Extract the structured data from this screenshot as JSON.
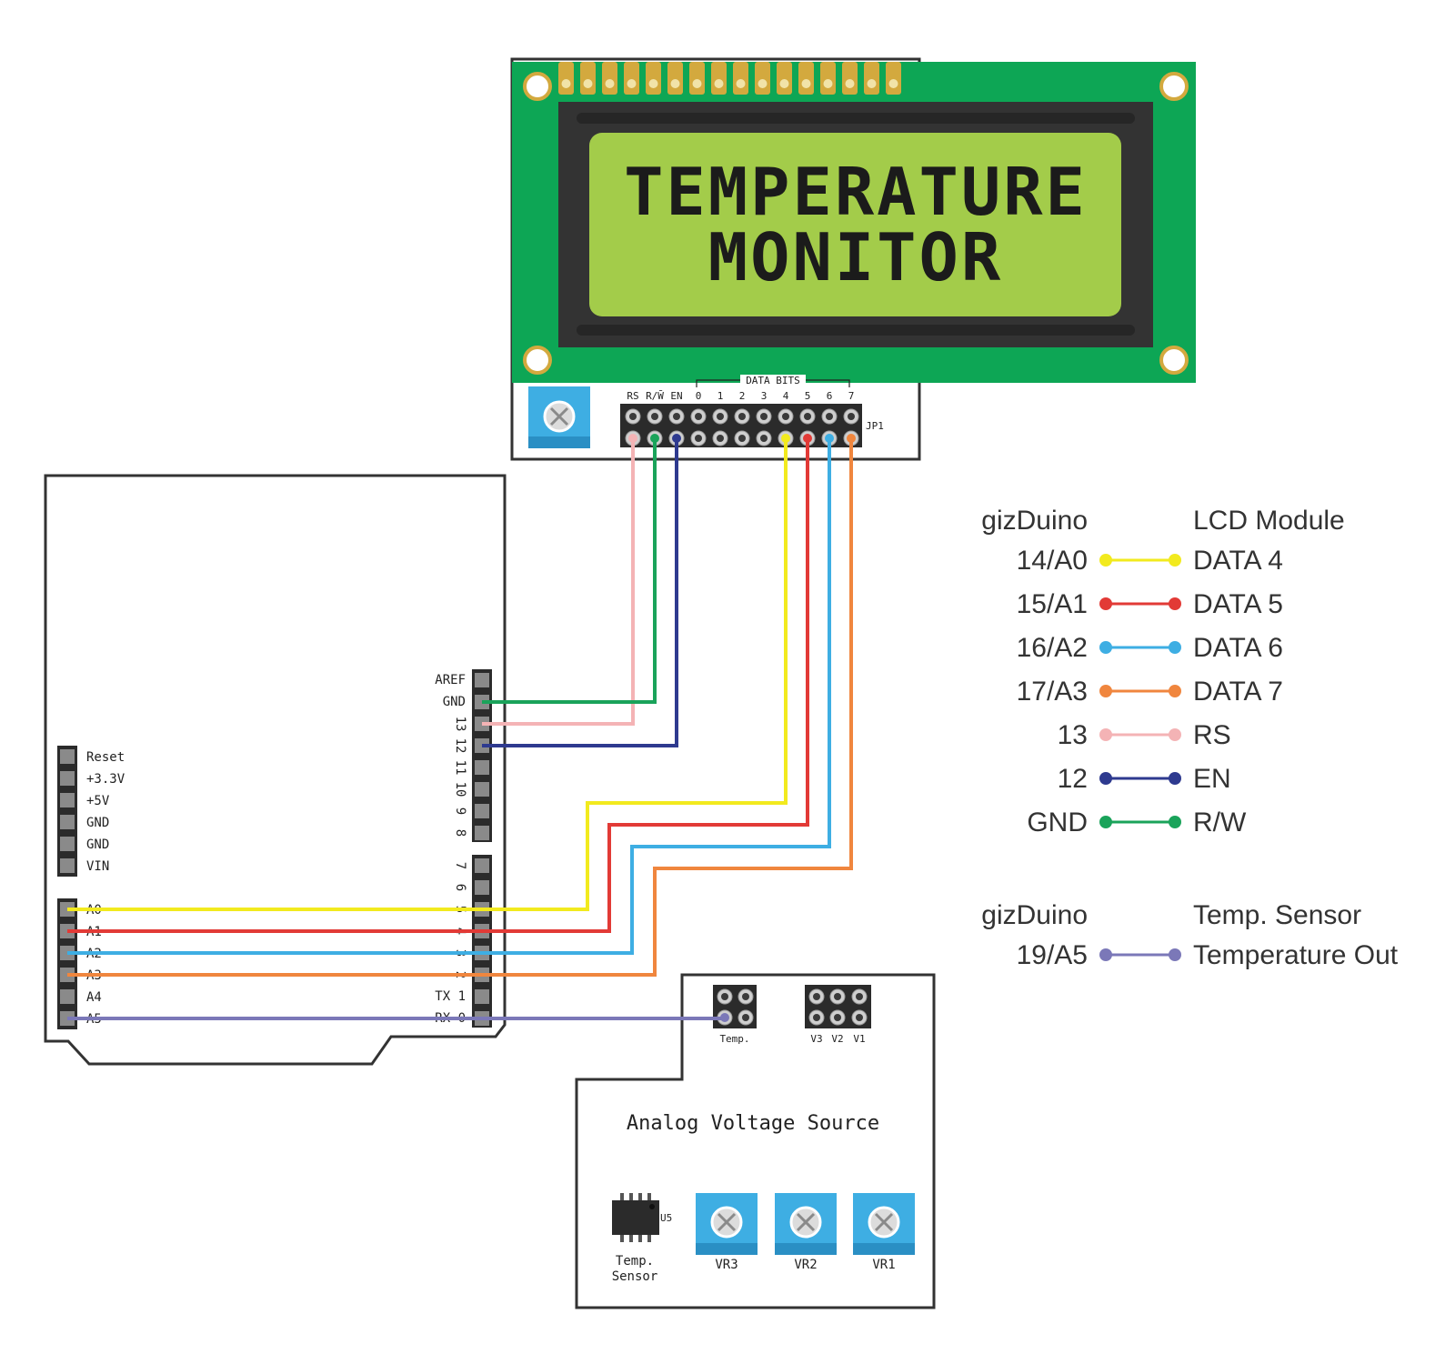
{
  "lcd": {
    "line1": "TEMPERATURE",
    "line2": "MONITOR",
    "data_bits_label": "DATA BITS",
    "jp_label": "JP1",
    "pin_labels": [
      "RS",
      "R/W̄",
      "EN",
      "0",
      "1",
      "2",
      "3",
      "4",
      "5",
      "6",
      "7"
    ]
  },
  "gizduino": {
    "digital_high_labels": [
      "AREF",
      "GND",
      "13",
      "12",
      "11",
      "10",
      "9",
      "8"
    ],
    "digital_low_labels": [
      "7",
      "6",
      "5",
      "4",
      "3",
      "2",
      "TX 1",
      "RX 0"
    ],
    "power_labels": [
      "Reset",
      "+3.3V",
      "+5V",
      "GND",
      "GND",
      "VIN"
    ],
    "analog_labels": [
      "A0",
      "A1",
      "A2",
      "A3",
      "A4",
      "A5"
    ]
  },
  "voltage_source": {
    "title": "Analog Voltage Source",
    "temp_header_label": "Temp.",
    "vr_header_labels": [
      "V3",
      "V2",
      "V1"
    ],
    "sensor_label_1": "Temp.",
    "sensor_label_2": "Sensor",
    "chip_label": "U5",
    "pot_labels": [
      "VR3",
      "VR2",
      "VR1"
    ]
  },
  "legend": {
    "lcd_section": {
      "left_header": "gizDuino",
      "right_header": "LCD Module",
      "rows": [
        {
          "left": "14/A0",
          "right": "DATA 4",
          "color": "#f2ea1e"
        },
        {
          "left": "15/A1",
          "right": "DATA 5",
          "color": "#e23a36"
        },
        {
          "left": "16/A2",
          "right": "DATA 6",
          "color": "#3eaee3"
        },
        {
          "left": "17/A3",
          "right": "DATA 7",
          "color": "#f0863e"
        },
        {
          "left": "13",
          "right": "RS",
          "color": "#f4b3b5"
        },
        {
          "left": "12",
          "right": "EN",
          "color": "#2e3a8f"
        },
        {
          "left": "GND",
          "right": "R/W",
          "color": "#1aa35a"
        }
      ]
    },
    "sensor_section": {
      "left_header": "gizDuino",
      "right_header": "Temp. Sensor",
      "rows": [
        {
          "left": "19/A5",
          "right": "Temperature Out",
          "color": "#7b78b8"
        }
      ]
    }
  },
  "colors": {
    "pcb_green": "#0da655",
    "lcd_bezel": "#333333",
    "lcd_screen": "#a3cc4a",
    "gold": "#d3a93e",
    "pot_blue": "#3eaee3"
  }
}
